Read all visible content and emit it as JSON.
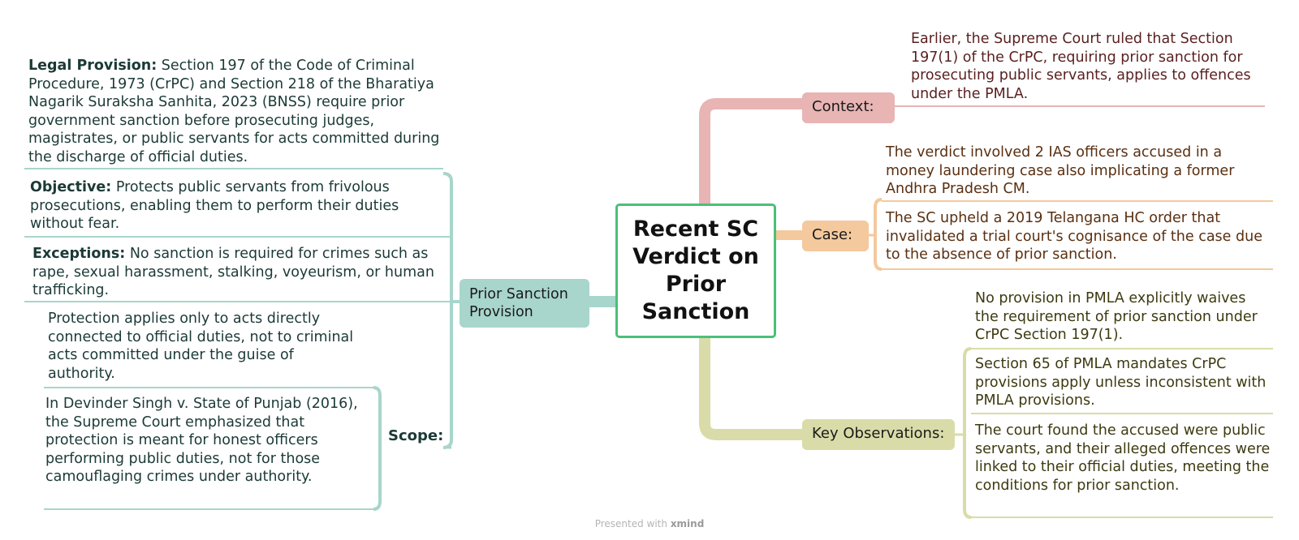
{
  "central": {
    "title": "Recent SC Verdict on Prior Sanction"
  },
  "colors": {
    "left": "#a8d5cc",
    "context": "#e8b4b4",
    "case": "#f3c99d",
    "observations": "#d9dca8",
    "central_border": "#4cbf7a"
  },
  "left_branch": {
    "label": "Prior Sanction Provision",
    "legal": {
      "title": "Legal Provision:",
      "text": " Section 197 of the Code of Criminal Procedure, 1973 (CrPC) and Section 218 of the Bharatiya Nagarik Suraksha Sanhita, 2023 (BNSS) require prior government sanction before prosecuting judges, magistrates, or public servants for acts committed during the discharge of official duties."
    },
    "objective": {
      "title": "Objective:",
      "text": " Protects public servants from frivolous prosecutions, enabling them to perform their duties without fear."
    },
    "exceptions": {
      "title": "Exceptions:",
      "text": " No sanction is required for crimes such as rape, sexual harassment, stalking, voyeurism, or human trafficking."
    },
    "scope": {
      "label": "Scope:",
      "items": [
        "Protection applies only to acts directly connected to official duties, not to criminal acts committed under the guise of authority.",
        "In Devinder Singh v. State of Punjab (2016), the Supreme Court emphasized that protection is meant for honest officers performing public duties, not for those camouflaging crimes under authority."
      ]
    }
  },
  "context": {
    "label": "Context:",
    "text": "Earlier, the Supreme Court ruled that Section 197(1) of the CrPC, requiring prior sanction for prosecuting public servants, applies to offences under the PMLA."
  },
  "case": {
    "label": "Case:",
    "items": [
      "The verdict involved 2 IAS officers accused in a money laundering case also implicating a former Andhra Pradesh CM.",
      "The SC upheld a 2019 Telangana HC order that invalidated a trial court's cognisance of the case due to the absence of prior sanction."
    ]
  },
  "observations": {
    "label": "Key Observations:",
    "items": [
      "No provision in PMLA explicitly waives the requirement of prior sanction under CrPC Section 197(1).",
      "Section 65 of PMLA mandates CrPC provisions apply unless inconsistent with PMLA provisions.",
      "The court found the accused were public servants, and their alleged offences were linked to their official duties, meeting the conditions for prior sanction."
    ]
  },
  "footer": {
    "prefix": "Presented with",
    "brand": "xmind"
  }
}
